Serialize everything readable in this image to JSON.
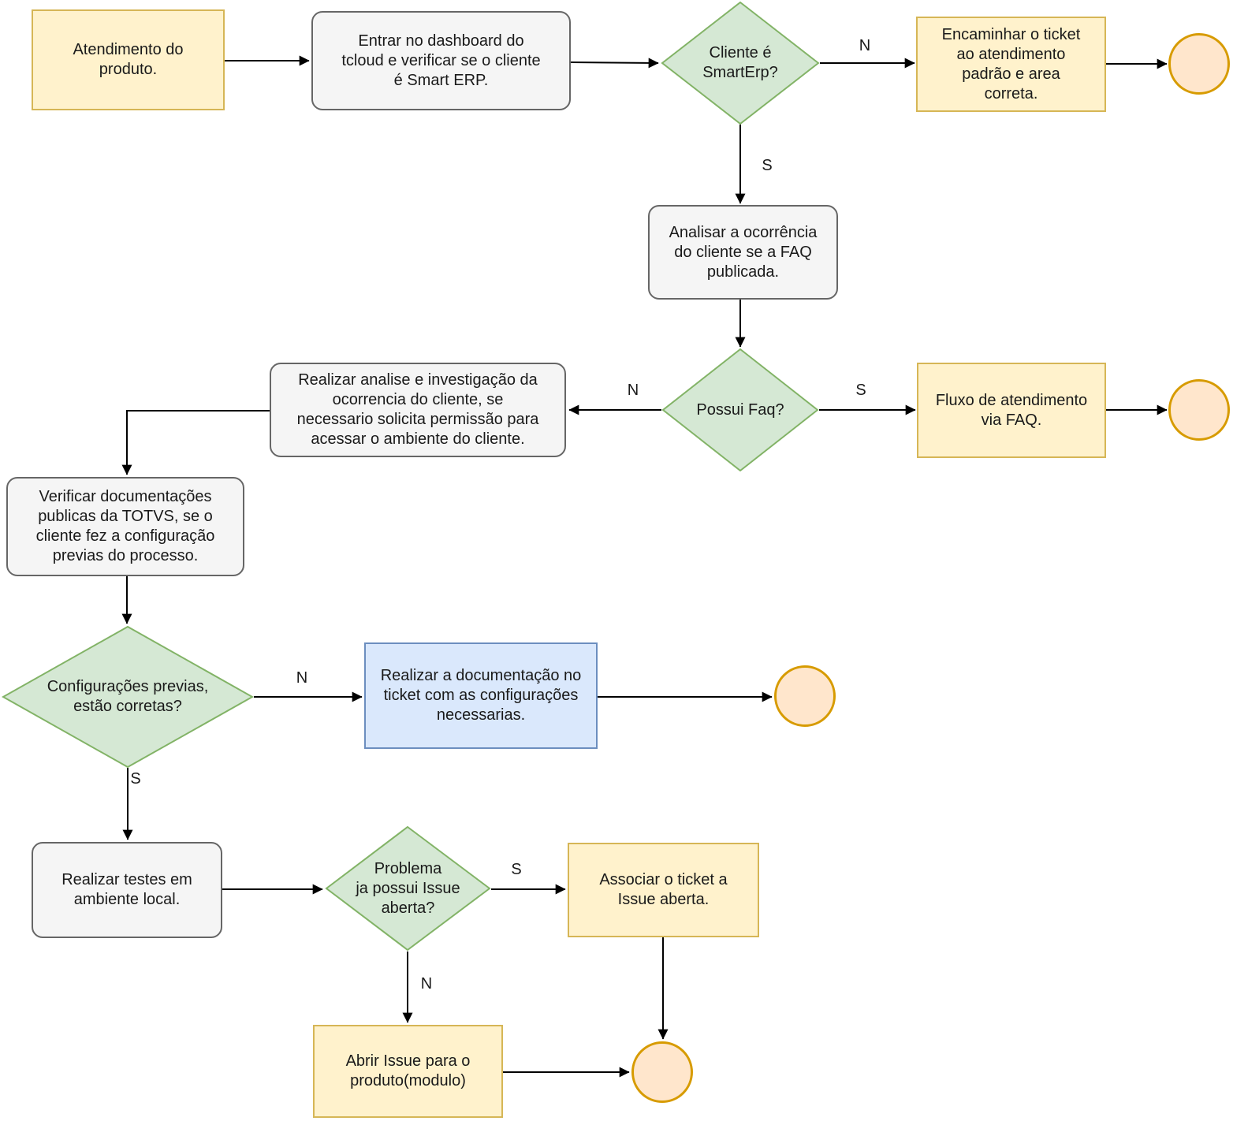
{
  "colors": {
    "yellow_fill": "#FFF2CC",
    "yellow_stroke": "#D6B656",
    "gray_fill": "#F5F5F5",
    "gray_stroke": "#666666",
    "green_fill": "#D5E8D4",
    "green_stroke": "#82B366",
    "blue_fill": "#DAE8FC",
    "blue_stroke": "#6C8EBF",
    "orange_fill": "#FFE6CC",
    "orange_stroke": "#D79B00",
    "line": "#000000"
  },
  "nodes": {
    "start": {
      "type": "start",
      "label": "Atendimento do\nproduto."
    },
    "dashboard": {
      "type": "process",
      "label": "Entrar no dashboard do\ntcloud e verificar se o cliente\né Smart ERP."
    },
    "cliente_smarterp": {
      "type": "decision",
      "label": "Cliente é\nSmartErp?"
    },
    "encaminhar": {
      "type": "process",
      "label": "Encaminhar o ticket\nao atendimento\npadrão e area\ncorreta."
    },
    "analisar": {
      "type": "process",
      "label": "Analisar a ocorrência\ndo cliente se a FAQ\npublicada."
    },
    "possui_faq": {
      "type": "decision",
      "label": "Possui Faq?"
    },
    "fluxo_faq": {
      "type": "process",
      "label": "Fluxo de atendimento\nvia FAQ."
    },
    "realizar_analise": {
      "type": "process",
      "label": "Realizar analise e investigação da\nocorrencia do cliente, se\nnecessario solicita permissão para\nacessar o ambiente do cliente."
    },
    "verificar_docs": {
      "type": "process",
      "label": "Verificar documentações\npublicas da TOTVS, se o\ncliente fez a configuração\nprevias do processo."
    },
    "config_previas": {
      "type": "decision",
      "label": "Configurações previas,\nestão corretas?"
    },
    "doc_ticket": {
      "type": "process",
      "label": "Realizar a documentação no\nticket com as configurações\nnecessarias."
    },
    "testes_local": {
      "type": "process",
      "label": "Realizar testes em\nambiente local."
    },
    "possui_issue": {
      "type": "decision",
      "label": "Problema\nja possui Issue\naberta?"
    },
    "associar_issue": {
      "type": "process",
      "label": "Associar o ticket a\nIssue aberta."
    },
    "abrir_issue": {
      "type": "process",
      "label": "Abrir Issue para o\nproduto(modulo)"
    }
  },
  "edge_labels": {
    "cliente_n": "N",
    "cliente_s": "S",
    "faq_n": "N",
    "faq_s": "S",
    "config_n": "N",
    "config_s": "S",
    "issue_s": "S",
    "issue_n": "N"
  }
}
